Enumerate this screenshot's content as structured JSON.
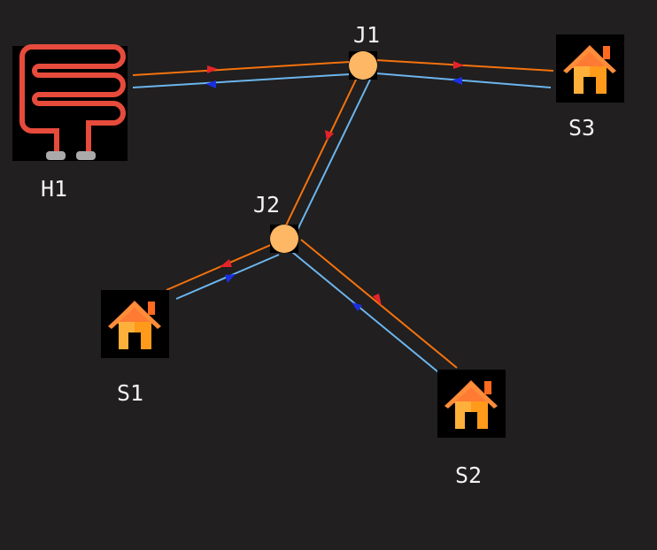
{
  "colors": {
    "background": "#211f1f",
    "supply": "#f5720e",
    "return": "#6bb5ee",
    "supply_arrow": "#e5232a",
    "return_arrow": "#1a2fe0",
    "junction": "#fdb765",
    "heater": "#e64b3c",
    "house_roof": "#ff7a33",
    "house_body": "#ffb03b"
  },
  "nodes": {
    "h1": {
      "label": "H1",
      "icon": "heater-icon"
    },
    "j1": {
      "label": "J1",
      "icon": "junction-node"
    },
    "j2": {
      "label": "J2",
      "icon": "junction-node"
    },
    "s1": {
      "label": "S1",
      "icon": "house-icon"
    },
    "s2": {
      "label": "S2",
      "icon": "house-icon"
    },
    "s3": {
      "label": "S3",
      "icon": "house-icon"
    }
  },
  "edges": [
    {
      "from": "H1",
      "to": "J1"
    },
    {
      "from": "J1",
      "to": "S3"
    },
    {
      "from": "J1",
      "to": "J2"
    },
    {
      "from": "J2",
      "to": "S1"
    },
    {
      "from": "J2",
      "to": "S2"
    }
  ]
}
